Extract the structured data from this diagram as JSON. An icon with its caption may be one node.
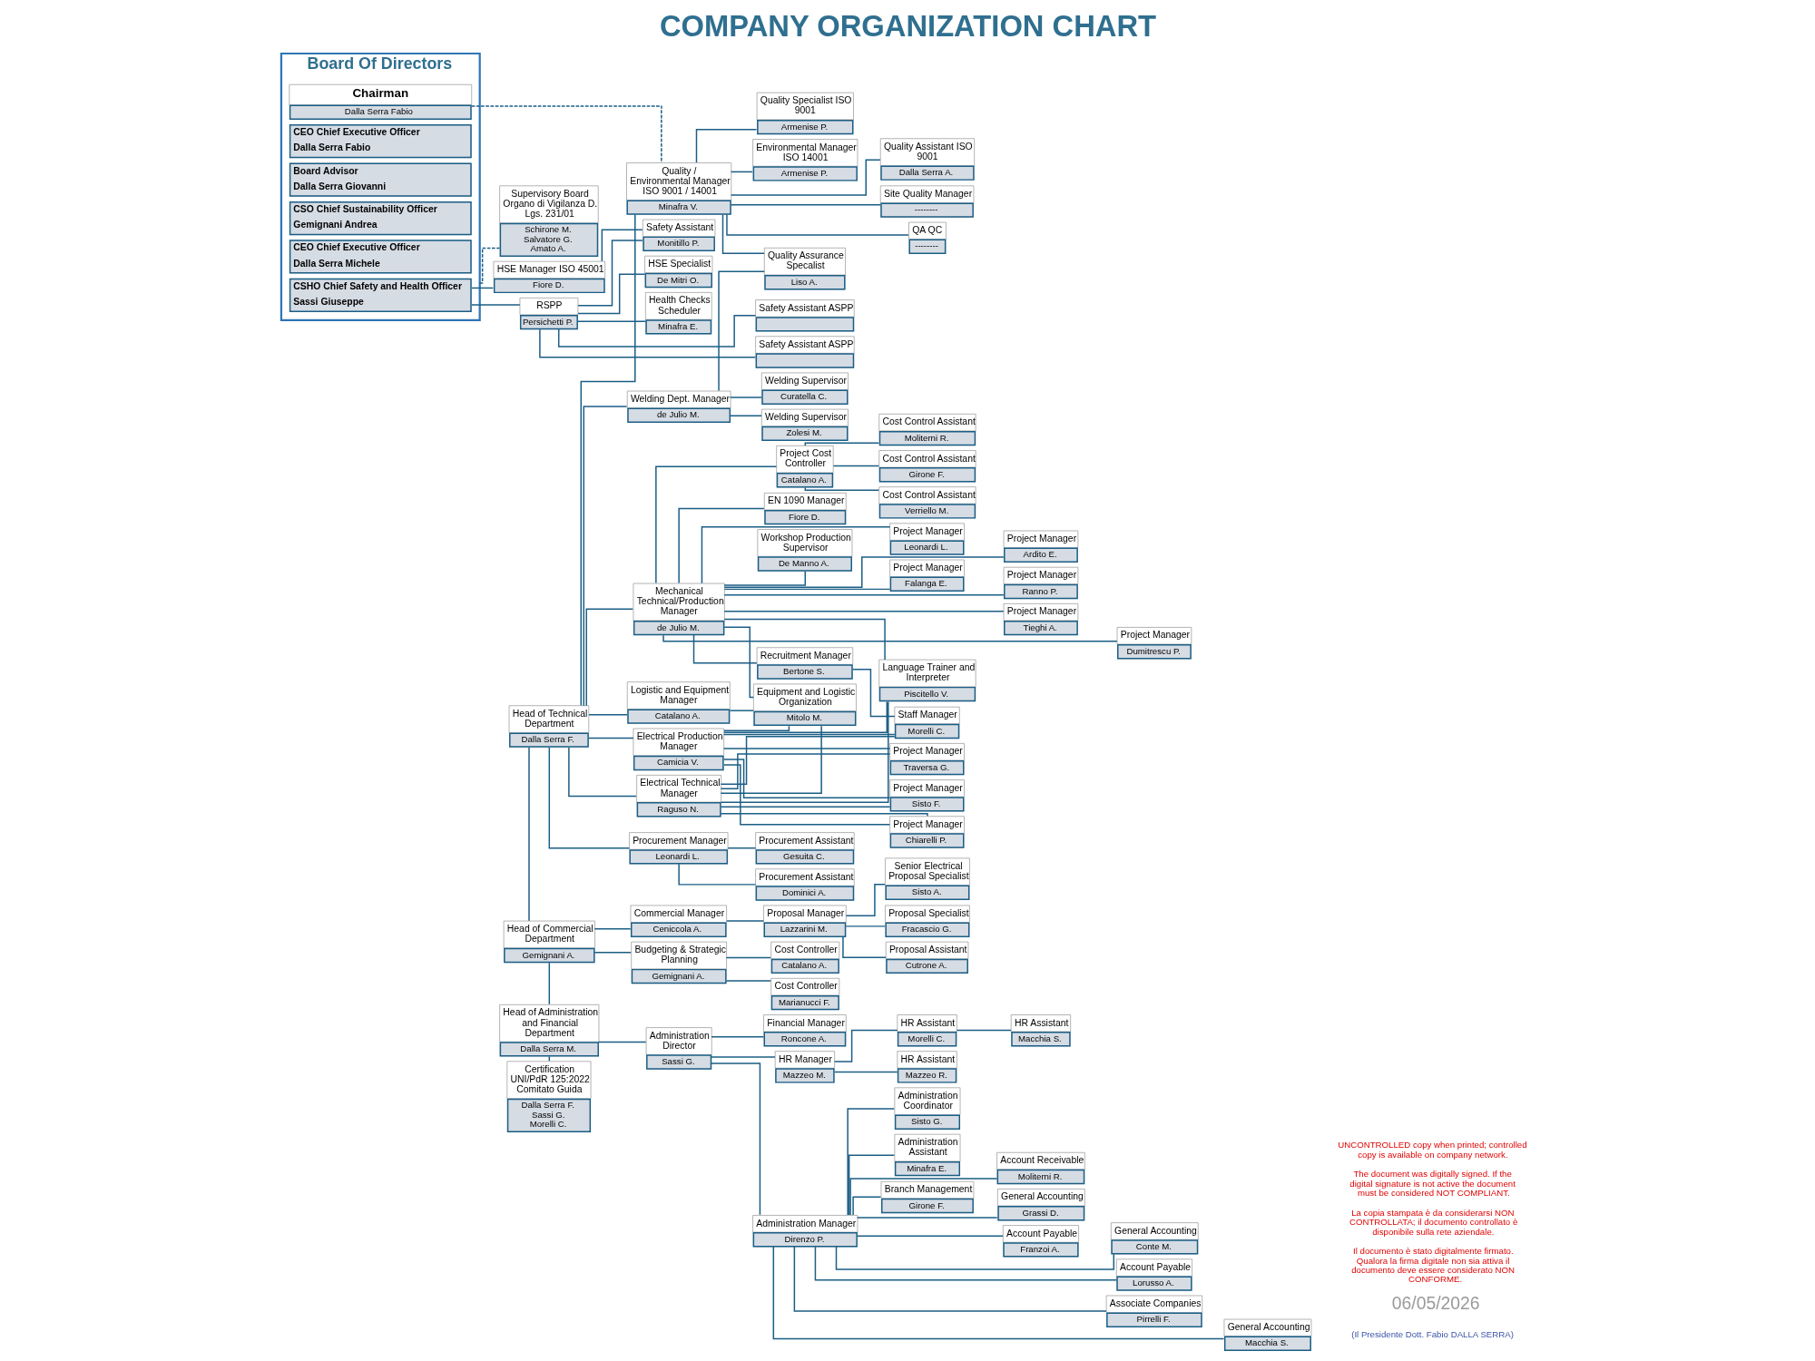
{
  "diagram": {
    "title": "COMPANY ORGANIZATION CHART",
    "nodes": [
      {
        "text": [
          "Board Of Directors"
        ]
      },
      {
        "text": [
          "Chairman",
          "Dalla Serra Fabio"
        ],
        "in": 0
      },
      {
        "text": [
          "CEO Chief Executive Officer",
          "Dalla Serra Fabio"
        ],
        "in": 0
      },
      {
        "text": [
          "Board Advisor",
          "Dalla Serra Giovanni"
        ],
        "in": 0
      },
      {
        "text": [
          "CSO Chief Sustainability Officer",
          "Gemignani Andrea"
        ],
        "in": 0
      },
      {
        "text": [
          "CEO Chief Executive Officer",
          "Dalla Serra Michele"
        ],
        "in": 0
      },
      {
        "text": [
          "CSHO Chief Safety and Health Officer",
          "Sassi Giuseppe"
        ],
        "in": 0
      },
      {
        "text": [
          "Supervisory Board Organo di Vigilanza D. Lgs. 231/01",
          "Schirone M. Salvatore G. Amato A."
        ]
      },
      {
        "text": [
          "Head of Technical Department",
          "Dalla Serra F."
        ]
      },
      {
        "text": [
          "Head of Commercial Department",
          "Gemignani A."
        ]
      },
      {
        "text": [
          "Head of Administration and Financial Department",
          "Dalla Serra M."
        ]
      },
      {
        "text": [
          "Certification UNI/PdR 125:2022 Comitato Guida",
          "Dalla Serra F. Sassi G. Morelli C."
        ]
      },
      {
        "text": [
          "Quality / Environmental Manager ISO 9001 / 14001",
          "Minafra V."
        ]
      },
      {
        "text": [
          "Welding Dept. Manager",
          "de Julio M."
        ]
      },
      {
        "text": [
          "Mechanical Technical/Production Manager",
          "de Julio M."
        ]
      },
      {
        "text": [
          "Logistic and Equipment Manager",
          "Catalano A."
        ]
      },
      {
        "text": [
          "Electrical Production Manager",
          "Camicia V."
        ]
      },
      {
        "text": [
          "Electrical Technical Manager",
          "Raguso N."
        ]
      },
      {
        "text": [
          "Procurement Manager",
          "Leonardi L."
        ]
      },
      {
        "text": [
          "Commercial Manager",
          "Ceniccola A."
        ]
      },
      {
        "text": [
          "Budgeting & Strategic Planning",
          "Gemignani A."
        ]
      },
      {
        "text": [
          "Administration Director",
          "Sassi G."
        ]
      },
      {
        "text": [
          "HSE Manager ISO 45001",
          "Fiore D."
        ]
      },
      {
        "text": [
          "RSPP",
          "Persichetti P."
        ]
      },
      {
        "text": [
          "Quality Specialist ISO 9001",
          "Armenise P."
        ]
      },
      {
        "text": [
          "Environmental Manager ISO 14001",
          "Armenise P."
        ]
      },
      {
        "text": [
          "Quality Assurance Specalist",
          "Liso A."
        ]
      },
      {
        "text": [
          "Quality Assistant ISO 9001",
          "Dalla Serra A."
        ]
      },
      {
        "text": [
          "Site Quality Manager",
          "--------"
        ]
      },
      {
        "text": [
          "QA QC",
          "--------"
        ]
      },
      {
        "text": [
          "Welding Supervisor",
          "Curatella C."
        ]
      },
      {
        "text": [
          "Welding Supervisor",
          "Zolesi M."
        ]
      },
      {
        "text": [
          "Project Cost Controller",
          "Catalano A."
        ]
      },
      {
        "text": [
          "Cost Control Assistant",
          "Moliterni R."
        ]
      },
      {
        "text": [
          "Cost Control Assistant",
          "Girone F."
        ]
      },
      {
        "text": [
          "Cost Control Assistant",
          "Verriello M."
        ]
      },
      {
        "text": [
          "EN 1090 Manager",
          "Fiore D."
        ]
      },
      {
        "text": [
          "Workshop Production Supervisor",
          "De Manno A."
        ]
      },
      {
        "text": [
          "Equipment and Logistic Organization",
          "Mitolo M."
        ]
      },
      {
        "text": [
          "Project Manager",
          "Leonardi L."
        ]
      },
      {
        "text": [
          "Language Trainer and Interpreter",
          "Piscitello V."
        ]
      },
      {
        "text": [
          "Project Manager",
          "Falanga E."
        ]
      },
      {
        "text": [
          "Recruitment Manager",
          "Bertone S."
        ]
      },
      {
        "text": [
          "Staff Manager",
          "Morelli C."
        ]
      },
      {
        "text": [
          "Project Manager",
          "Ardito E."
        ]
      },
      {
        "text": [
          "Project Manager",
          "Ranno P."
        ]
      },
      {
        "text": [
          "Project Manager",
          "Tieghi A."
        ]
      },
      {
        "text": [
          "Project Manager",
          "Dumitrescu P."
        ]
      },
      {
        "text": [
          "Project Manager",
          "Traversa G."
        ]
      },
      {
        "text": [
          "Project Manager",
          "Sisto F."
        ]
      },
      {
        "text": [
          "Project Manager",
          "Chiarelli P."
        ]
      },
      {
        "text": [
          "Procurement Assistant",
          "Gesuita C."
        ]
      },
      {
        "text": [
          "Procurement Assistant",
          "Dominici A."
        ]
      },
      {
        "text": [
          "Proposal Manager",
          "Lazzarini M."
        ]
      },
      {
        "text": [
          "Cost Controller",
          "Catalano A."
        ]
      },
      {
        "text": [
          "Cost Controller",
          "Marianucci F."
        ]
      },
      {
        "text": [
          "Senior Electrical Proposal Specialist",
          "Sisto A."
        ]
      },
      {
        "text": [
          "Proposal Specialist",
          "Fracascio G."
        ]
      },
      {
        "text": [
          "Proposal Assistant",
          "Cutrone A."
        ]
      },
      {
        "text": [
          "Financial Manager",
          "Roncone A."
        ]
      },
      {
        "text": [
          "HR Manager",
          "Mazzeo M."
        ]
      },
      {
        "text": [
          "Administration Manager",
          "Direnzo P."
        ]
      },
      {
        "text": [
          "HR Assistant",
          "Morelli C."
        ]
      },
      {
        "text": [
          "HR Assistant",
          "Mazzeo R."
        ]
      },
      {
        "text": [
          "HR Assistant",
          "Macchia S."
        ]
      },
      {
        "text": [
          "Administration Coordinator",
          "Sisto G."
        ]
      },
      {
        "text": [
          "Administration Assistant",
          "Minafra E."
        ]
      },
      {
        "text": [
          "Branch Management",
          "Girone F."
        ]
      },
      {
        "text": [
          "Account Receivable",
          "Moliterni R."
        ]
      },
      {
        "text": [
          "General Accounting",
          "Grassi D."
        ]
      },
      {
        "text": [
          "Account Payable",
          "Franzoi A."
        ]
      },
      {
        "text": [
          "General Accounting",
          "Conte M."
        ]
      },
      {
        "text": [
          "Account Payable",
          "Lorusso A."
        ]
      },
      {
        "text": [
          "Associate Companies",
          "Pirrelli F."
        ]
      },
      {
        "text": [
          "General Accounting",
          "Macchia S."
        ]
      },
      {
        "text": [
          "HSE Specialist",
          "De Mitri O."
        ]
      },
      {
        "text": [
          "Health Checks Scheduler",
          "Minafra E."
        ]
      },
      {
        "text": [
          "Safety Assistant",
          "Monitillo P."
        ]
      },
      {
        "text": [
          "Safety Assistant ASPP"
        ]
      },
      {
        "text": [
          "Safety Assistant ASPP"
        ]
      }
    ],
    "edges": [
      {
        "from": 0,
        "to": 7,
        "arrow": "none",
        "style": "dashed"
      },
      {
        "from": 1,
        "to": 12,
        "arrow": "none",
        "style": "dashed"
      },
      {
        "from": 8,
        "to": 9,
        "arrow": "none"
      },
      {
        "from": 9,
        "to": 10,
        "arrow": "none"
      },
      {
        "from": 10,
        "to": 11,
        "arrow": "none"
      },
      {
        "from": 6,
        "to": 22,
        "arrow": "none"
      },
      {
        "from": 6,
        "to": 23,
        "arrow": "none"
      },
      {
        "from": 8,
        "to": 12,
        "arrow": "none"
      },
      {
        "from": 8,
        "to": 13,
        "arrow": "none"
      },
      {
        "from": 8,
        "to": 14,
        "arrow": "none"
      },
      {
        "from": 8,
        "to": 15,
        "arrow": "none"
      },
      {
        "from": 8,
        "to": 16,
        "arrow": "none"
      },
      {
        "from": 8,
        "to": 17,
        "arrow": "none"
      },
      {
        "from": 8,
        "to": 18,
        "arrow": "none"
      },
      {
        "from": 9,
        "to": 19,
        "arrow": "none"
      },
      {
        "from": 9,
        "to": 20,
        "arrow": "none"
      },
      {
        "from": 10,
        "to": 21,
        "arrow": "none"
      },
      {
        "from": 12,
        "to": 24,
        "arrow": "none"
      },
      {
        "from": 12,
        "to": 25,
        "arrow": "none"
      },
      {
        "from": 12,
        "to": 26,
        "arrow": "none"
      },
      {
        "from": 12,
        "to": 27,
        "arrow": "none"
      },
      {
        "from": 12,
        "to": 28,
        "arrow": "none"
      },
      {
        "from": 12,
        "to": 29,
        "arrow": "none"
      },
      {
        "from": 13,
        "to": 26,
        "arrow": "none"
      },
      {
        "from": 13,
        "to": 30,
        "arrow": "none"
      },
      {
        "from": 13,
        "to": 31,
        "arrow": "none"
      },
      {
        "from": 14,
        "to": 32,
        "arrow": "none"
      },
      {
        "from": 14,
        "to": 36,
        "arrow": "none"
      },
      {
        "from": 14,
        "to": 37,
        "arrow": "none"
      },
      {
        "from": 14,
        "to": 38,
        "arrow": "none"
      },
      {
        "from": 14,
        "to": 39,
        "arrow": "none"
      },
      {
        "from": 14,
        "to": 40,
        "arrow": "none"
      },
      {
        "from": 14,
        "to": 41,
        "arrow": "none"
      },
      {
        "from": 14,
        "to": 42,
        "arrow": "none"
      },
      {
        "from": 14,
        "to": 44,
        "arrow": "none"
      },
      {
        "from": 14,
        "to": 45,
        "arrow": "none"
      },
      {
        "from": 14,
        "to": 46,
        "arrow": "none"
      },
      {
        "from": 14,
        "to": 47,
        "arrow": "none"
      },
      {
        "from": 32,
        "to": 33,
        "arrow": "none"
      },
      {
        "from": 32,
        "to": 34,
        "arrow": "none"
      },
      {
        "from": 32,
        "to": 35,
        "arrow": "none"
      },
      {
        "from": 15,
        "to": 38,
        "arrow": "none"
      },
      {
        "from": 16,
        "to": 38,
        "arrow": "none"
      },
      {
        "from": 16,
        "to": 40,
        "arrow": "none"
      },
      {
        "from": 16,
        "to": 43,
        "arrow": "none"
      },
      {
        "from": 16,
        "to": 48,
        "arrow": "none"
      },
      {
        "from": 16,
        "to": 49,
        "arrow": "none"
      },
      {
        "from": 16,
        "to": 50,
        "arrow": "none"
      },
      {
        "from": 17,
        "to": 38,
        "arrow": "none"
      },
      {
        "from": 17,
        "to": 40,
        "arrow": "none"
      },
      {
        "from": 17,
        "to": 43,
        "arrow": "none"
      },
      {
        "from": 17,
        "to": 48,
        "arrow": "none"
      },
      {
        "from": 17,
        "to": 49,
        "arrow": "none"
      },
      {
        "from": 17,
        "to": 50,
        "arrow": "none"
      },
      {
        "from": 42,
        "to": 43,
        "arrow": "none"
      },
      {
        "from": 18,
        "to": 51,
        "arrow": "none"
      },
      {
        "from": 18,
        "to": 52,
        "arrow": "none"
      },
      {
        "from": 19,
        "to": 53,
        "arrow": "none"
      },
      {
        "from": 53,
        "to": 56,
        "arrow": "none"
      },
      {
        "from": 53,
        "to": 57,
        "arrow": "none"
      },
      {
        "from": 53,
        "to": 58,
        "arrow": "none"
      },
      {
        "from": 20,
        "to": 54,
        "arrow": "none"
      },
      {
        "from": 20,
        "to": 55,
        "arrow": "none"
      },
      {
        "from": 21,
        "to": 59,
        "arrow": "none"
      },
      {
        "from": 21,
        "to": 60,
        "arrow": "none"
      },
      {
        "from": 21,
        "to": 61,
        "arrow": "none"
      },
      {
        "from": 60,
        "to": 62,
        "arrow": "none"
      },
      {
        "from": 60,
        "to": 63,
        "arrow": "none"
      },
      {
        "from": 62,
        "to": 64,
        "arrow": "none"
      },
      {
        "from": 61,
        "to": 65,
        "arrow": "none"
      },
      {
        "from": 61,
        "to": 66,
        "arrow": "none"
      },
      {
        "from": 61,
        "to": 67,
        "arrow": "none"
      },
      {
        "from": 61,
        "to": 68,
        "arrow": "none"
      },
      {
        "from": 61,
        "to": 69,
        "arrow": "none"
      },
      {
        "from": 61,
        "to": 70,
        "arrow": "none"
      },
      {
        "from": 61,
        "to": 71,
        "arrow": "none"
      },
      {
        "from": 61,
        "to": 72,
        "arrow": "none"
      },
      {
        "from": 61,
        "to": 73,
        "arrow": "none"
      },
      {
        "from": 61,
        "to": 74,
        "arrow": "none"
      },
      {
        "from": 22,
        "to": 77,
        "arrow": "none"
      },
      {
        "from": 23,
        "to": 75,
        "arrow": "none"
      },
      {
        "from": 23,
        "to": 76,
        "arrow": "none"
      },
      {
        "from": 23,
        "to": 77,
        "arrow": "none"
      },
      {
        "from": 23,
        "to": 78,
        "arrow": "none"
      },
      {
        "from": 23,
        "to": 79,
        "arrow": "none"
      }
    ],
    "labels": [
      "(Il Presidente Dott. Fabio DALLA SERRA)",
      "06/05/2026",
      "Il documento è stato digitalmente firmato. Qualora la firma digitale non sia attiva il documento deve essere considerato NON CONFORME.",
      "La copia stampata è da considerarsi NON CONTROLLATA; il documento controllato è disponibile sulla rete aziendale.",
      "The document was digitally signed. If the digital signature is not active the document must be considered NOT COMPLIANT.",
      "UNCONTROLLED copy when printed; controlled copy is available on company network."
    ]
  }
}
